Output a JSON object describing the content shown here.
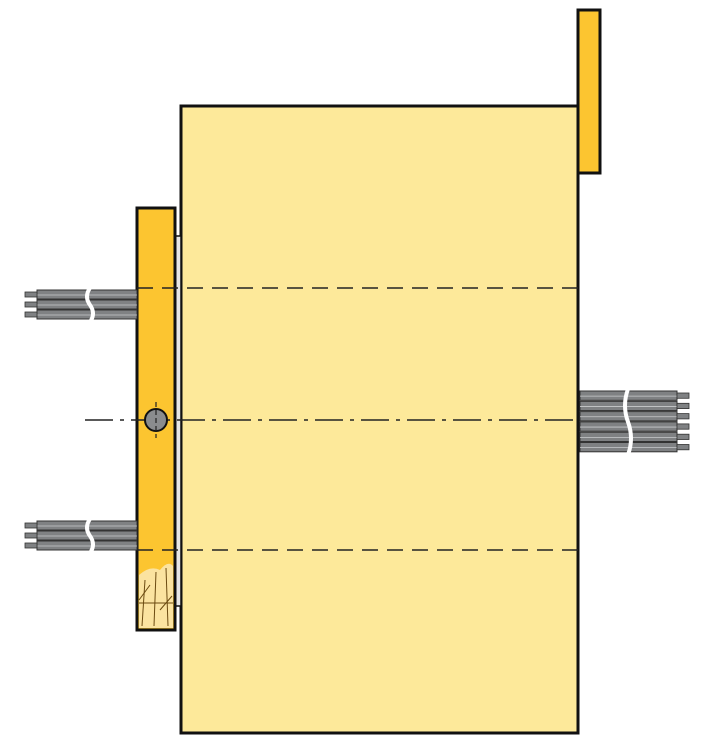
{
  "colors": {
    "body_fill": "#fde99a",
    "bar_fill": "#fcc530",
    "cable_fill": "#7f8183",
    "cable_light": "#c9cbcc",
    "outline": "#111111",
    "hatch_fill": "#fbe3a0"
  },
  "parts": {
    "main_body": "main-body",
    "top_tab": "top-tab",
    "left_bar": "left-bar",
    "screw": "screw-icon",
    "cables": [
      "cable-left-top",
      "cable-left-bottom",
      "cable-right"
    ]
  }
}
